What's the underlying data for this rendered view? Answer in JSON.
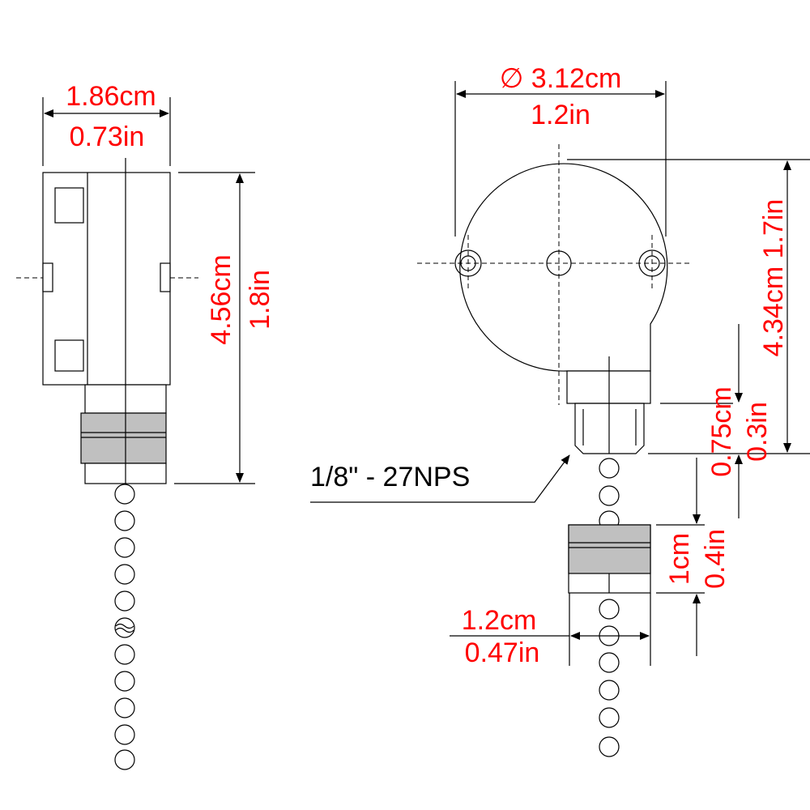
{
  "colors": {
    "dimension_text": "#ff0000",
    "lines": "#000000",
    "collar": "#c0c0c0"
  },
  "side_view": {
    "width_cm": "1.86cm",
    "width_in": "0.73in",
    "height_cm": "4.56cm",
    "height_in": "1.8in"
  },
  "front_view": {
    "diameter_cm": "∅ 3.12cm",
    "diameter_in": "1.2in",
    "height": "4.34cm 1.7in",
    "thread_cm": "0.75cm",
    "thread_in": "0.3in",
    "collar_cm": "1cm",
    "collar_in": "0.4in",
    "collar_width_cm": "1.2cm",
    "collar_width_in": "0.47in",
    "thread_label": "1/8\" - 27NPS"
  }
}
